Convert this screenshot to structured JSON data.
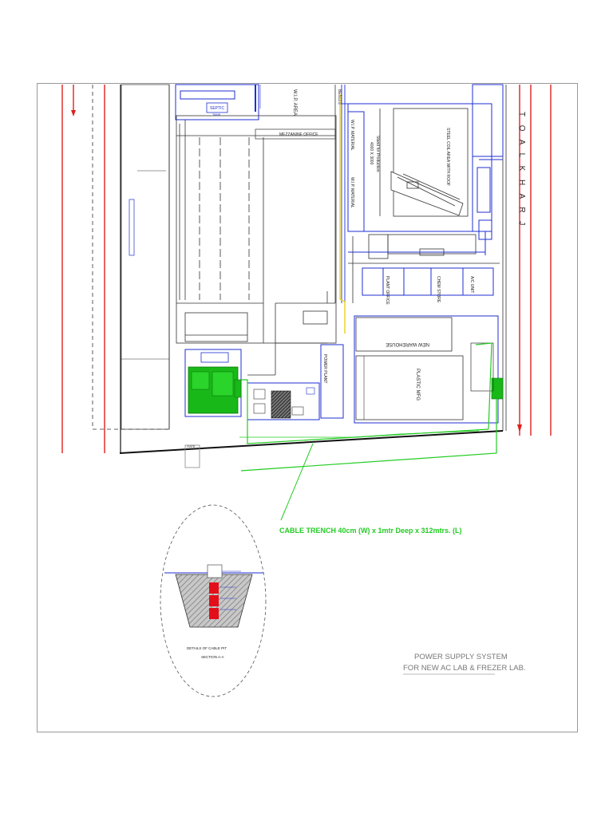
{
  "labels": {
    "septic": "SEPTIC",
    "septic_sub": "TANK",
    "mezzanine": "MEZZANINE OFFICE",
    "wip_area": "W.I.P. AREA",
    "bench": "BENCH",
    "wip_material_1": "W.I.P. MATERIAL",
    "wip_material_2": "W.I.P. MATERIAL",
    "steel_coil": "STEEL COIL AREA WITH ROOF",
    "stand_1": "Stand for Production",
    "stand_2": "4000 X 3000",
    "plastic_mfg": "PLASTIC MFG",
    "new_warehouse": "NEW WAREHOUSE",
    "power_plant": "POWER PLANT",
    "chem_store": "CHEM STORE",
    "ac_unit": "A/C UNIT",
    "plant_office": "PLANT OFFICE",
    "gate": "GATE",
    "cable_trench": "CABLE TRENCH 40cm (W) x 1mtr Deep x 312mtrs. (L)",
    "to_alkharj": "T O  A L K H A R J",
    "detail_title": "DETAILS OF CABLE PIT",
    "detail_section": "SECTION A-A",
    "footer_line1": "POWER SUPPLY SYSTEM",
    "footer_line2": "FOR NEW AC LAB & FREZER LAB."
  },
  "colors": {
    "road_red": "#e0201c",
    "wall_blue": "#1f2fd0",
    "cable_green": "#22cc22",
    "green_fill": "#18b818",
    "line_black": "#111111",
    "grey": "#888888",
    "hatch": "#9a9a9a",
    "yellow": "#e6d21c"
  }
}
